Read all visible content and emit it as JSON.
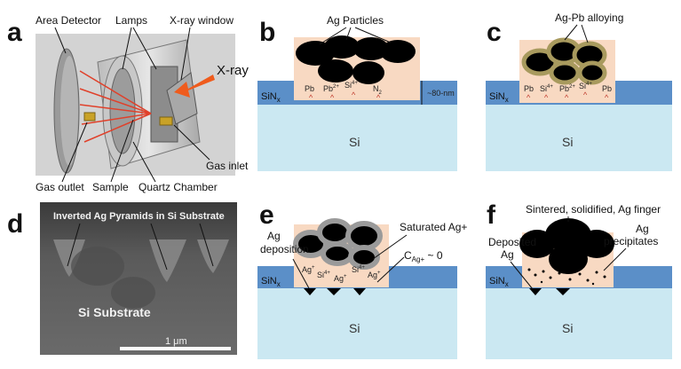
{
  "panel_a": {
    "label": "a",
    "area_detector": "Area Detector",
    "lamps": "Lamps",
    "xray_window": "X-ray window",
    "xray": "X-ray",
    "gas_outlet": "Gas outlet",
    "sample": "Sample",
    "quartz_chamber": "Quartz Chamber",
    "gas_inlet": "Gas inlet"
  },
  "panel_b": {
    "label": "b",
    "ag_particles": "Ag Particles",
    "sinx": "SiNx",
    "thickness": "~80-nm",
    "si": "Si",
    "species": [
      "Pb",
      "Pb2+",
      "Si4+",
      "N2"
    ]
  },
  "panel_c": {
    "label": "c",
    "alloying": "Ag-Pb alloying",
    "sinx": "SiNx",
    "si": "Si",
    "species": [
      "Pb",
      "Si4+",
      "Pb2+",
      "Si4+",
      "Pb"
    ]
  },
  "panel_d": {
    "label": "d",
    "title": "Inverted Ag Pyramids in Si Substrate",
    "substrate": "Si Substrate",
    "scale": "1 μm"
  },
  "panel_e": {
    "label": "e",
    "ag_deposition": "Ag deposition",
    "saturated": "Saturated Ag+",
    "concentration": "C_Ag+ ~ 0",
    "sinx": "SiNx",
    "si": "Si",
    "species": [
      "Ag+",
      "Si4+",
      "Ag+",
      "Si4+",
      "Ag+"
    ]
  },
  "panel_f": {
    "label": "f",
    "sintered": "Sintered, solidified, Ag finger",
    "deposited": "Deposited Ag",
    "precipitates": "Ag precipitates",
    "sinx": "SiNx",
    "si": "Si"
  }
}
